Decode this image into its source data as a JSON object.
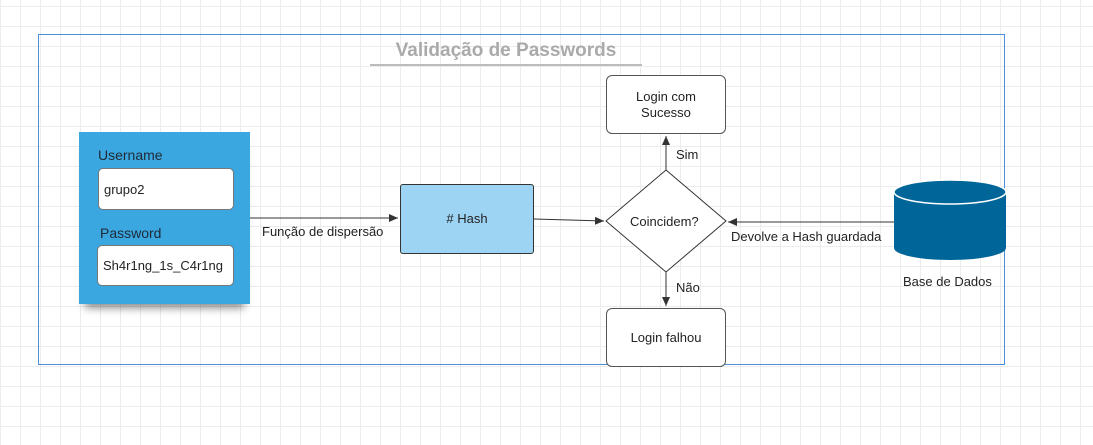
{
  "title": "Validação de Passwords",
  "login": {
    "username_label": "Username",
    "username_value": "grupo2",
    "password_label": "Password",
    "password_value": "Sh4r1ng_1s_C4r1ng"
  },
  "nodes": {
    "hash": "# Hash",
    "decision": "Coincidem?",
    "success": "Login com Sucesso",
    "failure": "Login falhou",
    "database": "Base de Dados"
  },
  "edges": {
    "dispersion": "Função de dispersão",
    "returns_hash": "Devolve a Hash guardada",
    "yes": "Sim",
    "no": "Não"
  },
  "colors": {
    "panel": "#3aa7e0",
    "hash_box": "#9dd4f4",
    "database": "#006699",
    "frame": "#4a90d9"
  }
}
